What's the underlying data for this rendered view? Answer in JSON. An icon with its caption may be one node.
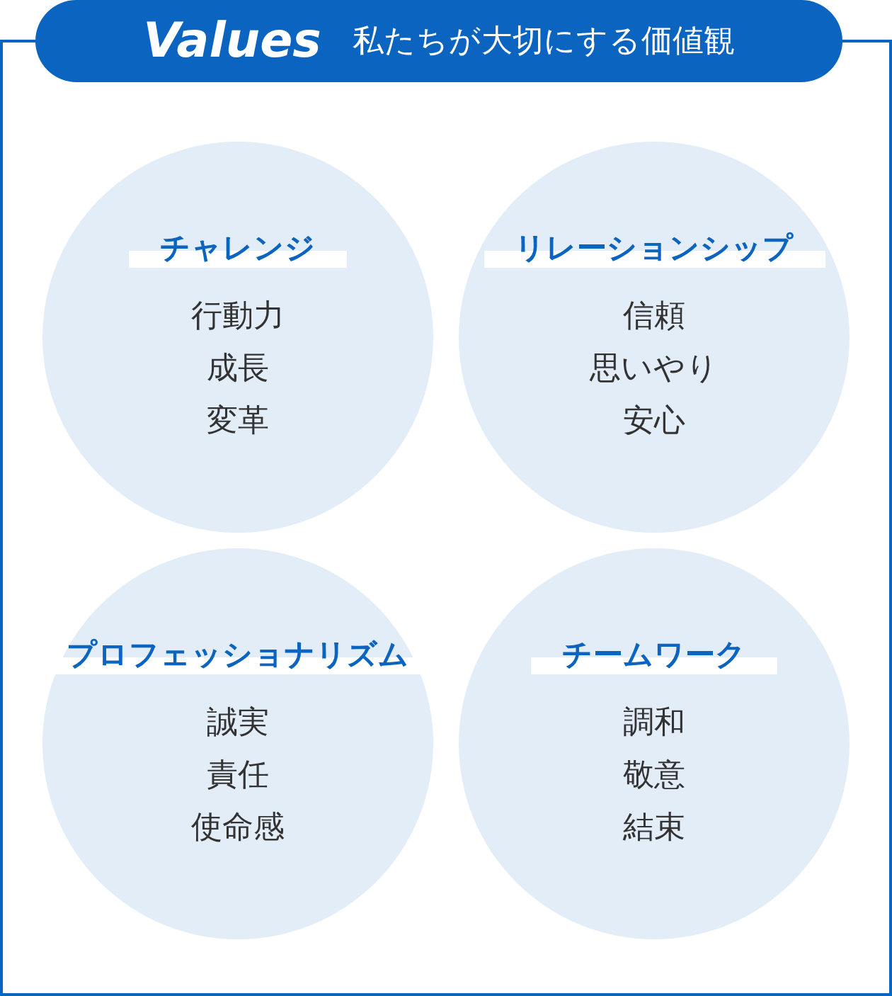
{
  "diagram": {
    "nodes": [
      {
        "text": [
          "Values",
          "私たちが大切にする価値観"
        ]
      },
      {
        "text": [
          "チャレンジ",
          "行動力",
          "成長",
          "変革"
        ],
        "in": 0
      },
      {
        "text": [
          "リレーションシップ",
          "信頼",
          "思いやり",
          "安心"
        ],
        "in": 0
      },
      {
        "text": [
          "プロフェッショナリズム",
          "誠実",
          "責任",
          "使命感"
        ],
        "in": 0
      },
      {
        "text": [
          "チームワーク",
          "調和",
          "敬意",
          "結束"
        ],
        "in": 0
      }
    ],
    "edges": []
  }
}
